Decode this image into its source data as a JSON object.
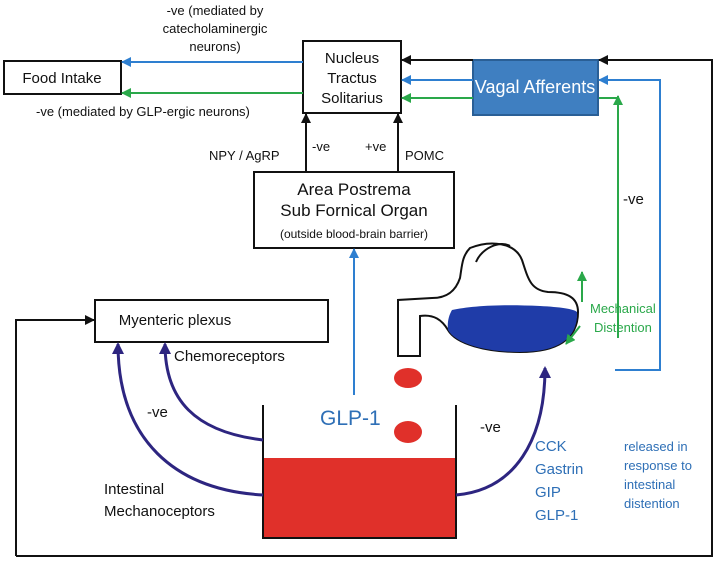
{
  "nodes": {
    "food_intake": "Food Intake",
    "nts": [
      "Nucleus",
      "Tractus",
      "Solitarius"
    ],
    "vagal_afferents": "Vagal Afferents",
    "area_postrema": [
      "Area Postrema",
      "Sub Fornical Organ",
      "(outside blood-brain barrier)"
    ],
    "myenteric_plexus": "Myenteric plexus"
  },
  "labels": {
    "catecholaminergic": [
      "-ve (mediated by",
      "catecholaminergic",
      "neurons)"
    ],
    "glp_ergic": "-ve (mediated by GLP-ergic neurons)",
    "npy_agrp": "NPY / AgRP",
    "neg_left": "-ve",
    "pos_right": "+ve",
    "pomc": "POMC",
    "vagal_neg": "-ve",
    "mechanical_distention": [
      "Mechanical",
      "Distention"
    ],
    "chemoreceptors": "Chemoreceptors",
    "glp1": "GLP-1",
    "intestinal_neg": "-ve",
    "gut_neg": "-ve",
    "intestinal_mechanoceptors": [
      "Intestinal",
      "Mechanoceptors"
    ],
    "hormones": [
      "CCK",
      "Gastrin",
      "GIP",
      "GLP-1"
    ],
    "released": [
      "released in",
      "response to",
      "intestinal",
      "distention"
    ]
  },
  "colors": {
    "blue_arrow": "#2e7fd0",
    "green_arrow": "#2aa84a",
    "purple_arrow": "#2d2580",
    "vagal_fill": "#3f7fc1",
    "stomach_fill": "#1f3ca8",
    "intestine_fill": "#e0302a",
    "glp1_text": "#2e6fb6"
  }
}
